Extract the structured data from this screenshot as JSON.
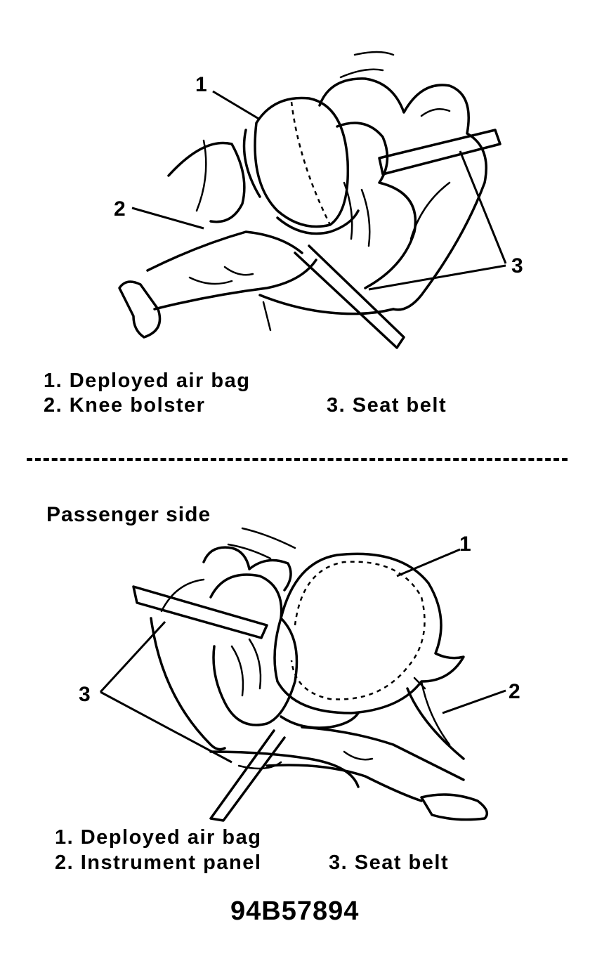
{
  "driver_section": {
    "callouts": [
      "1",
      "2",
      "3"
    ],
    "legend": {
      "item1": "1. Deployed air bag",
      "item2": "2. Knee bolster",
      "item3": "3. Seat belt"
    }
  },
  "passenger_section": {
    "heading": "Passenger side",
    "callouts": [
      "1",
      "2",
      "3"
    ],
    "legend": {
      "item1": "1. Deployed air bag",
      "item2": "2. Instrument panel",
      "item3": "3. Seat belt"
    }
  },
  "figure_code": "94B57894"
}
